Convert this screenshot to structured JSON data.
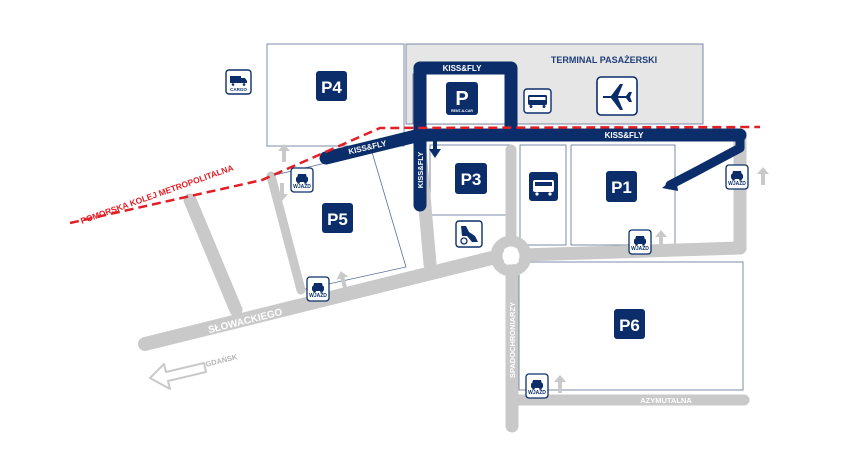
{
  "colors": {
    "navy": "#0b2e6b",
    "road": "#c9c9c9",
    "lot_border": "#5d6f96",
    "terminal_fill": "#e6e6e6",
    "rail": "#e11f26",
    "white": "#ffffff"
  },
  "parking": {
    "p1": "P1",
    "p3": "P3",
    "p4": "P4",
    "p5": "P5",
    "p6": "P6"
  },
  "rent_a_car": {
    "letter": "P",
    "text": "RENT-A-CAR"
  },
  "terminal": {
    "title": "TERMINAL PASAŻERSKI",
    "icon": "airplane-icon"
  },
  "kiss_fly": {
    "top": "KISS&FLY",
    "diagonal": "KISS&FLY",
    "vertical": "KISS&FLY",
    "right": "KISS&FLY"
  },
  "rail_label": "POMORSKA KOLEJ METROPOLITALNA",
  "cargo": {
    "label": "CARGO",
    "icon": "truck-icon"
  },
  "entrance_label": "WJAZD",
  "entrances": [
    "WJAZD",
    "WJAZD",
    "WJAZD",
    "WJAZD",
    "WJAZD"
  ],
  "streets": {
    "slowackiego": "SŁOWACKIEGO",
    "gdansk": "GDAŃSK",
    "spadochroniarzy": "SPADOCHRONIARZY",
    "azymutalna": "AZYMUTALNA"
  },
  "icons": {
    "bus": "bus-icon",
    "bus_small": "bus-icon",
    "car": "car-icon",
    "disabled": "wheelchair-icon",
    "arrow_up": "arrow-up-icon"
  }
}
